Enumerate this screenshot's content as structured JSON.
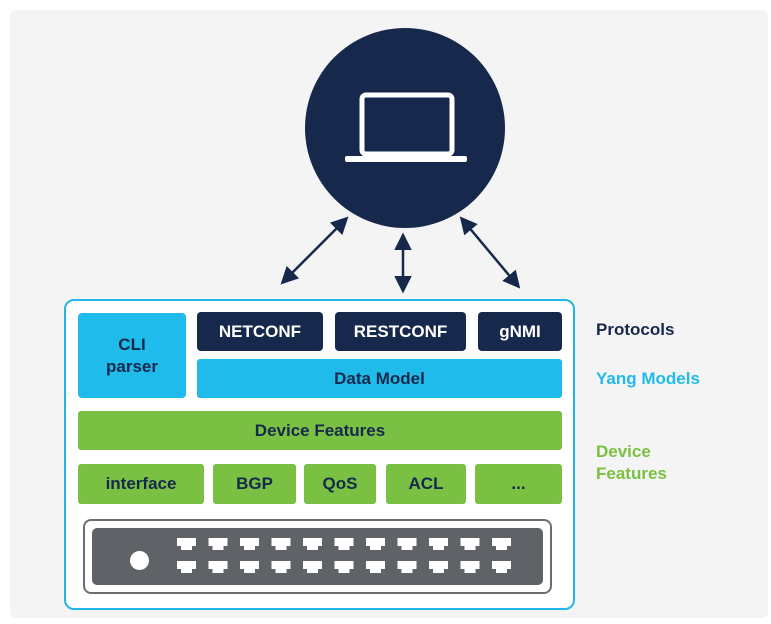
{
  "client": {
    "icon": "laptop-icon",
    "color": "#16294c"
  },
  "protocols": [
    {
      "label": "NETCONF"
    },
    {
      "label": "RESTCONF"
    },
    {
      "label": "gNMI"
    }
  ],
  "cli_parser": {
    "label": "CLI\nparser"
  },
  "data_model": {
    "label": "Data Model"
  },
  "device_features_bar": {
    "label": "Device Features"
  },
  "features": [
    {
      "label": "interface"
    },
    {
      "label": "BGP"
    },
    {
      "label": "QoS"
    },
    {
      "label": "ACL"
    },
    {
      "label": "..."
    }
  ],
  "switch": {
    "icon": "network-switch-icon"
  },
  "legend": {
    "protocols": "Protocols",
    "yang_models": "Yang Models",
    "device_features": "Device\nFeatures"
  },
  "colors": {
    "navy": "#16294c",
    "cyan": "#1fbbeb",
    "green": "#7ac143",
    "border": "#22b6e8",
    "switch_gray": "#5f6368"
  }
}
